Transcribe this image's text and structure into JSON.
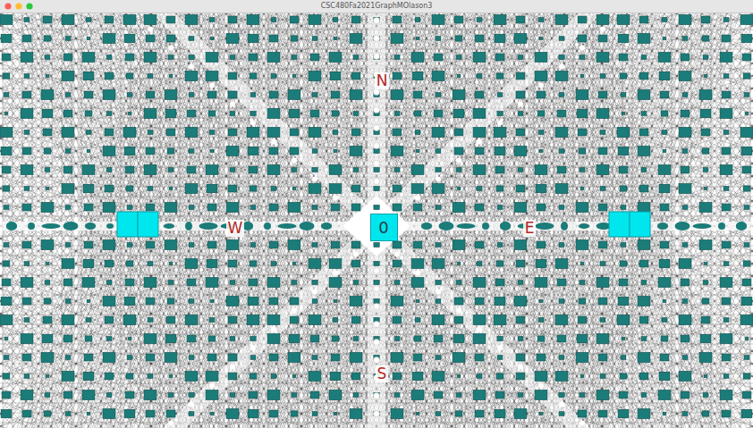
{
  "diagram": {
    "nodes": [
      {
        "text": [
          "0"
        ]
      }
    ],
    "labels": [
      "CSC480Fa2021GraphMOlason3",
      "N",
      "W",
      "E",
      "S"
    ]
  }
}
